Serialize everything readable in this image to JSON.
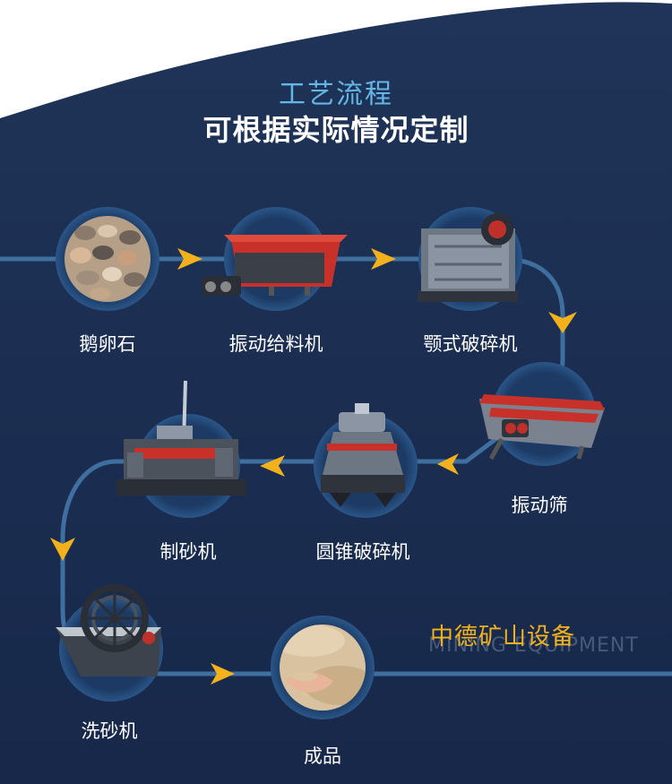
{
  "header": {
    "title": "工艺流程",
    "subtitle": "可根据实际情况定制"
  },
  "steps": [
    {
      "label": "鹅卵石",
      "icon": "pebbles-image"
    },
    {
      "label": "振动给料机",
      "icon": "vibrating-feeder-image"
    },
    {
      "label": "颚式破碎机",
      "icon": "jaw-crusher-image"
    },
    {
      "label": "振动筛",
      "icon": "vibrating-screen-image"
    },
    {
      "label": "圆锥破碎机",
      "icon": "cone-crusher-image"
    },
    {
      "label": "制砂机",
      "icon": "sand-making-machine-image"
    },
    {
      "label": "洗砂机",
      "icon": "sand-washer-image"
    },
    {
      "label": "成品",
      "icon": "finished-sand-image"
    }
  ],
  "brand": {
    "name": "中德矿山设备",
    "english": "MINING EQUIPMENT"
  },
  "colors": {
    "background": "#1a2c4c",
    "flow_line": "#3f6f9f",
    "arrow": "#f3b21b",
    "title_accent": "#63b6e6",
    "brand": "#f3b21b"
  }
}
